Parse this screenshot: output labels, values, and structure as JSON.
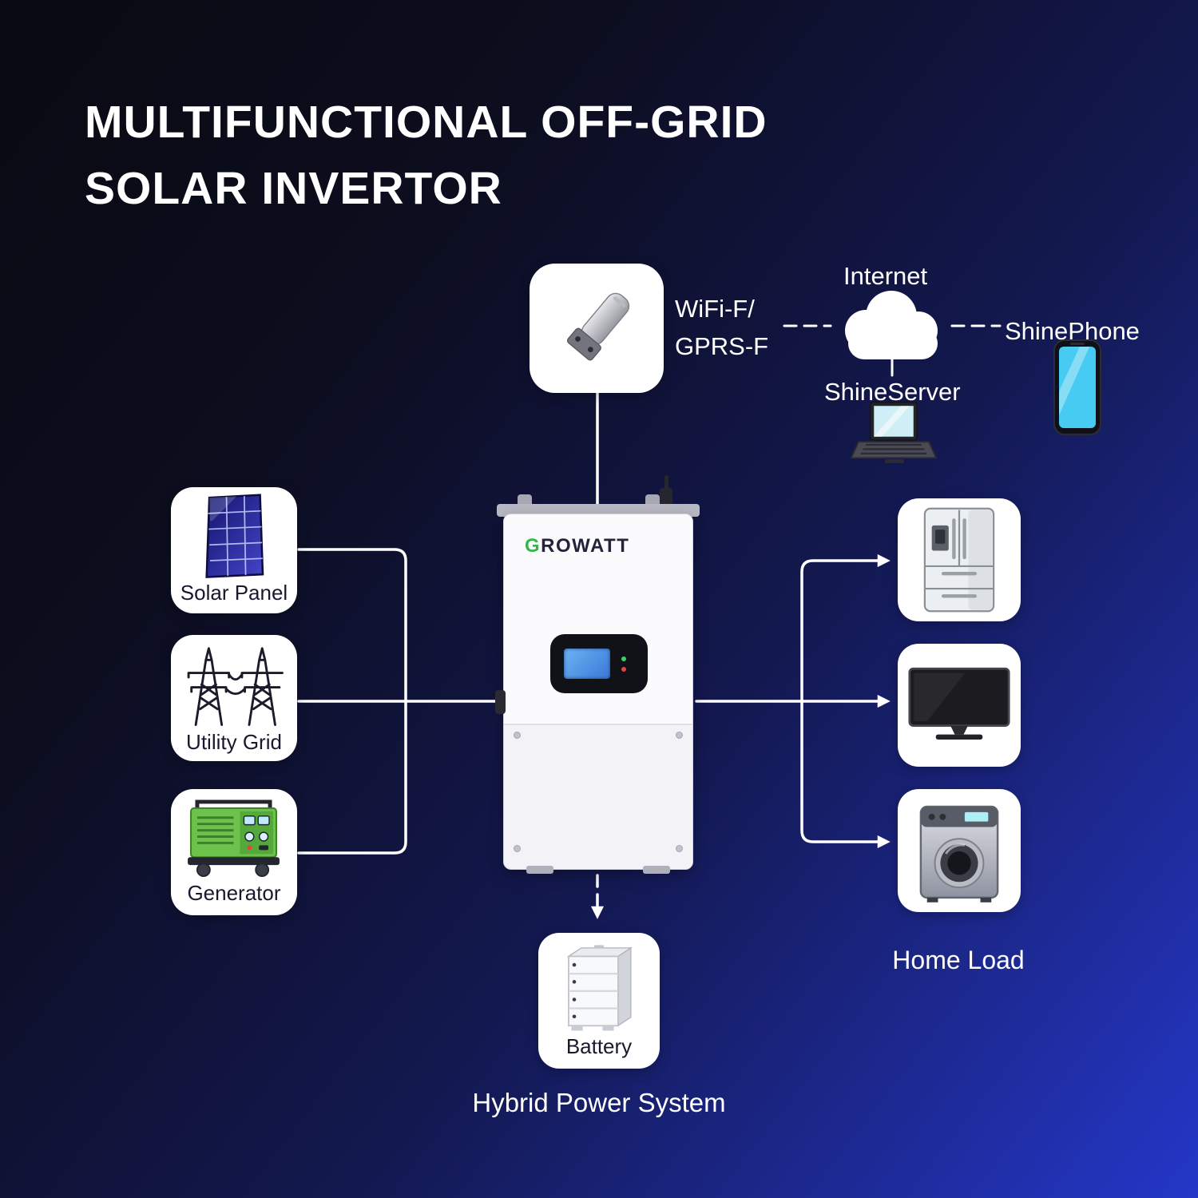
{
  "title": {
    "line1": "MULTIFUNCTIONAL OFF-GRID",
    "line2": "SOLAR INVERTOR"
  },
  "monitoring": {
    "dongle": {
      "label_line1": "WiFi-F/",
      "label_line2": "GPRS-F"
    },
    "internet_label": "Internet",
    "server_label": "ShineServer",
    "phone_label": "ShinePhone"
  },
  "inverter": {
    "brand_first_letter": "G",
    "brand_rest": "ROWATT"
  },
  "sources": {
    "solar": {
      "label": "Solar Panel"
    },
    "grid": {
      "label": "Utility Grid"
    },
    "generator": {
      "label": "Generator"
    }
  },
  "loads": {
    "label": "Home Load"
  },
  "battery": {
    "label": "Battery"
  },
  "caption": {
    "text": "Hybrid Power System"
  },
  "icons": [
    "wifi-dongle-icon",
    "cloud-internet-icon",
    "laptop-icon",
    "smartphone-icon",
    "solar-panel-icon",
    "utility-grid-icon",
    "generator-icon",
    "refrigerator-icon",
    "tv-icon",
    "washing-machine-icon",
    "battery-icon"
  ],
  "colors": {
    "background_dark": "#0a0a12",
    "background_blue": "#2437c8",
    "line": "#ffffff",
    "node_background": "#ffffff",
    "label_dark": "#18182e",
    "brand_green": "#33b54a",
    "lcd_blue": "#3a78d8",
    "phone_screen": "#48cbf2",
    "generator_green": "#6cc24a"
  }
}
